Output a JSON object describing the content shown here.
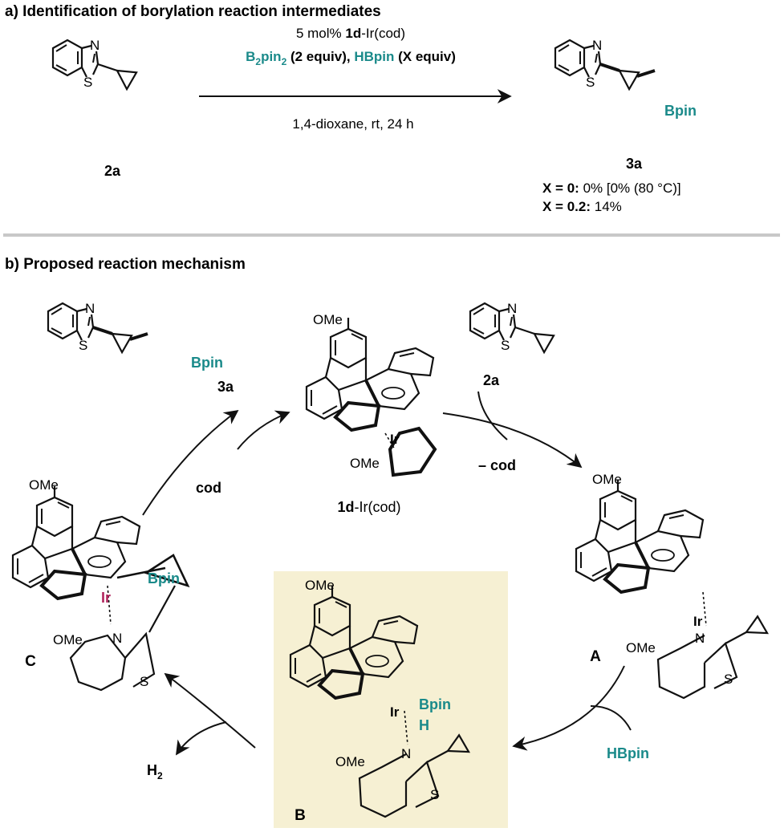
{
  "colors": {
    "teal": "#1a8a8a",
    "iridium_magenta": "#b0245c",
    "highlight": "#f6f0d3",
    "divider": "#c8c8c8"
  },
  "section_a": {
    "title": "a) Identification of borylation reaction intermediates",
    "substrate_label": "2a",
    "product_label": "3a",
    "product_group": "Bpin",
    "heteroatoms": {
      "n": "N",
      "s": "S"
    },
    "conditions": {
      "line1_prefix": "5 mol% ",
      "line1_bold": "1d",
      "line1_suffix": "-Ir(cod)",
      "reagent1_bold": "B",
      "reagent1_sub1": "2",
      "reagent1_mid": "pin",
      "reagent1_sub2": "2",
      "reagent1_rest": " (2 equiv), ",
      "reagent2": "HBpin",
      "reagent2_rest": " (X equiv)",
      "line3": "1,4-dioxane, rt, 24 h"
    },
    "results": [
      {
        "label": "X = 0:",
        "value": " 0% [0% (80 °C)]"
      },
      {
        "label": "X = 0.2:",
        "value": " 14%"
      }
    ]
  },
  "section_b": {
    "title": "b) Proposed reaction mechanism",
    "ome": "OMe",
    "ir": "Ir",
    "bpin": "Bpin",
    "hydride": "H",
    "catalyst_label_bold": "1d",
    "catalyst_label_rest": "-Ir(cod)",
    "substrate_label": "2a",
    "product_label": "3a",
    "minus_cod": "– cod",
    "cod": "cod",
    "hbpin": "HBpin",
    "h2_main": "H",
    "h2_sub": "2",
    "intermediates": [
      "A",
      "B",
      "C"
    ]
  }
}
